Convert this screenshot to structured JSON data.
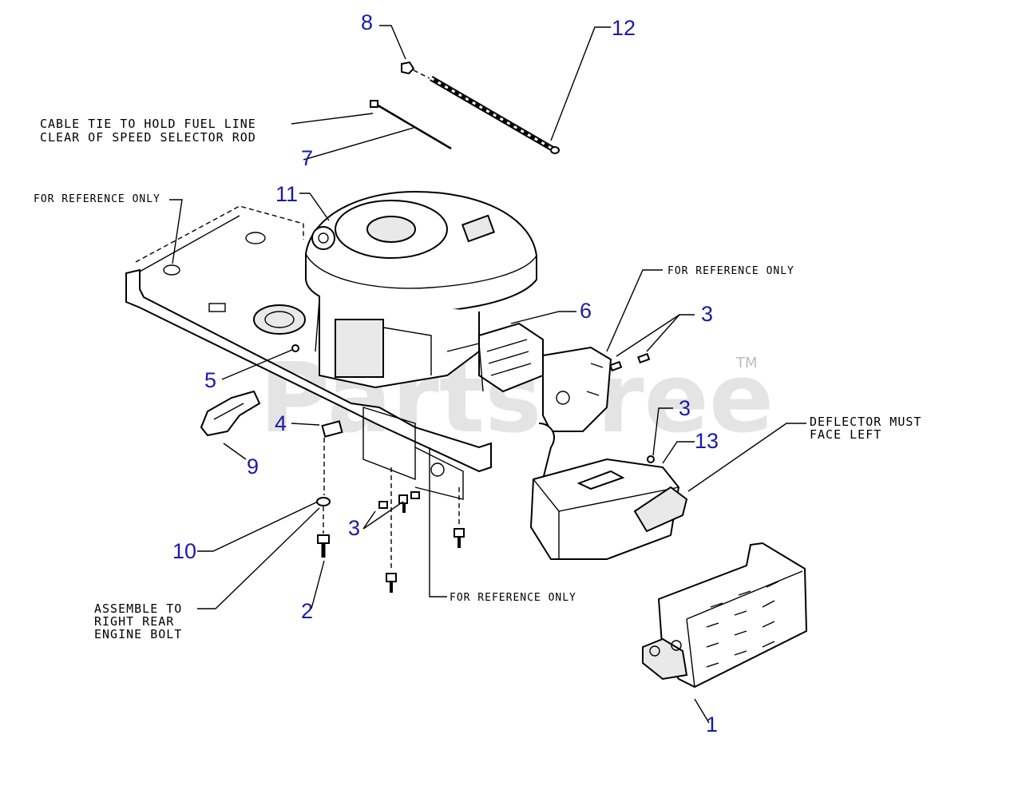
{
  "watermark": {
    "text": "PartsTree",
    "trademark": "TM"
  },
  "callouts": [
    {
      "id": "c8",
      "label": "8"
    },
    {
      "id": "c12",
      "label": "12"
    },
    {
      "id": "c7",
      "label": "7"
    },
    {
      "id": "c11",
      "label": "11"
    },
    {
      "id": "c6",
      "label": "6"
    },
    {
      "id": "c3a",
      "label": "3"
    },
    {
      "id": "c5",
      "label": "5"
    },
    {
      "id": "c4",
      "label": "4"
    },
    {
      "id": "c9",
      "label": "9"
    },
    {
      "id": "c3b",
      "label": "3"
    },
    {
      "id": "c13",
      "label": "13"
    },
    {
      "id": "c3c",
      "label": "3"
    },
    {
      "id": "c10",
      "label": "10"
    },
    {
      "id": "c2",
      "label": "2"
    },
    {
      "id": "c1",
      "label": "1"
    }
  ],
  "notes": {
    "cable_tie_line1": "CABLE TIE TO HOLD FUEL LINE",
    "cable_tie_line2": "CLEAR OF SPEED SELECTOR ROD",
    "ref_only_frame": "FOR REFERENCE ONLY",
    "ref_only_bracket": "FOR REFERENCE ONLY",
    "ref_only_bottom": "FOR REFERENCE ONLY",
    "deflector_line1": "DEFLECTOR MUST",
    "deflector_line2": "FACE LEFT",
    "assemble_line1": "ASSEMBLE TO",
    "assemble_line2": "RIGHT REAR",
    "assemble_line3": "ENGINE BOLT"
  }
}
